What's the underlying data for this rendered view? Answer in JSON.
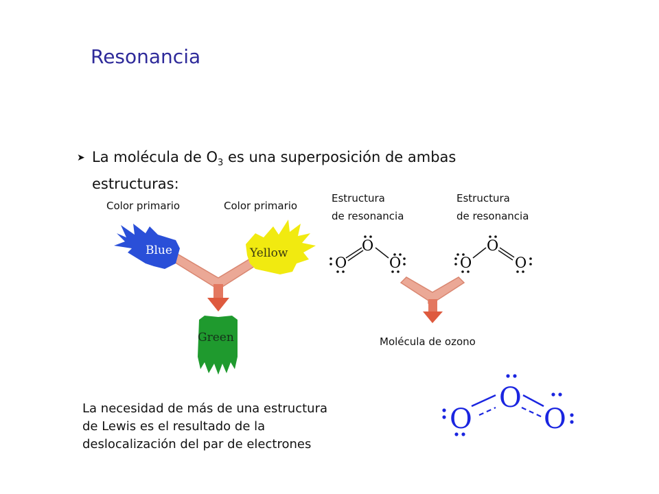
{
  "slide": {
    "title": "Resonancia",
    "bullet": {
      "prefix": "La molécula de O",
      "subscript": "3",
      "suffix": " es una superposición de ambas",
      "line2": "estructuras:"
    },
    "color_diagram": {
      "label_left": "Color primario",
      "label_right": "Color primario",
      "blue": "Blue",
      "yellow": "Yellow",
      "green": "Green",
      "colors": {
        "blue": "#2a4fd8",
        "yellow": "#f1ea10",
        "green": "#1f9a2e",
        "arrow": "#e8a08c"
      }
    },
    "resonance": {
      "label_left_line1": "Estructura",
      "label_left_line2": "de resonancia",
      "label_right_line1": "Estructura",
      "label_right_line2": "de resonancia",
      "molecule_label": "Molécula de ozono",
      "atom": "O"
    },
    "description": {
      "line1": "La necesidad de más de una estructura",
      "line2": "de Lewis es el resultado de la",
      "line3": "deslocalización del par de electrones"
    },
    "hybrid": {
      "atom": "O",
      "color": "#1a25e0"
    }
  }
}
